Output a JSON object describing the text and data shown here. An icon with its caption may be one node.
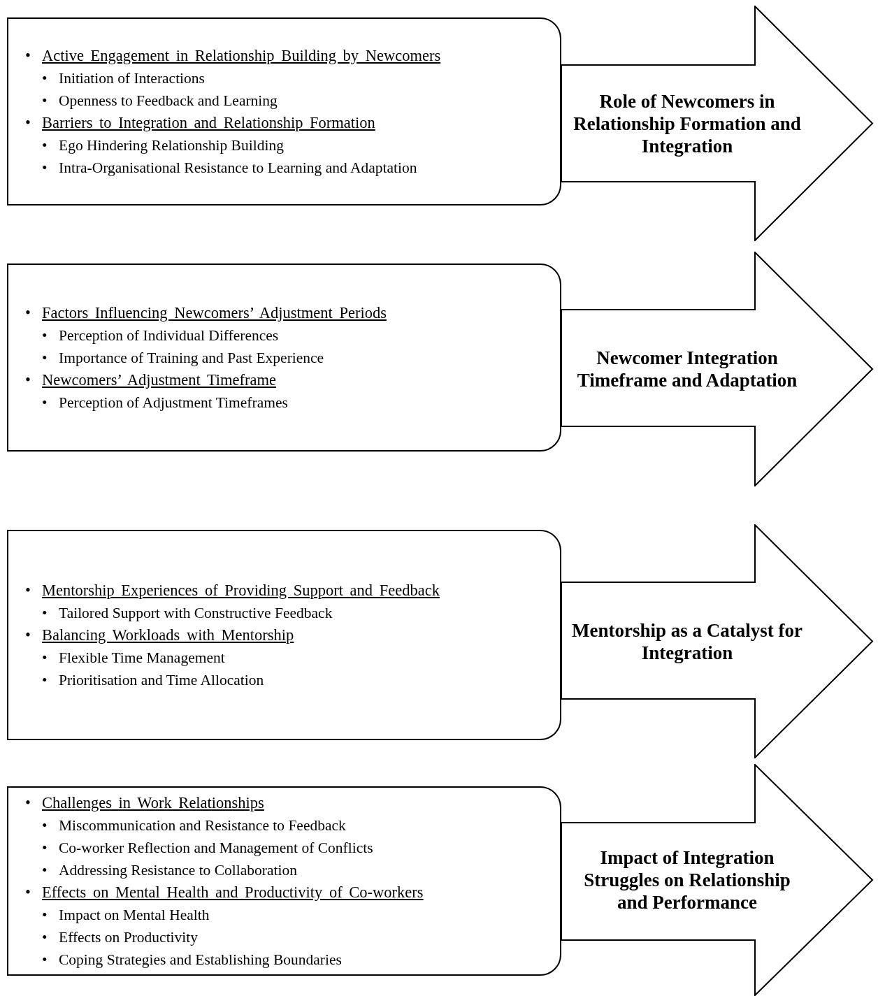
{
  "diagram": {
    "nodes": [
      {
        "text": [
          "• Active Engagement in Relationship Building by Newcomers",
          "• Initiation of Interactions",
          "• Openness to Feedback and Learning",
          "• Barriers to Integration and Relationship Formation",
          "• Ego Hindering Relationship Building",
          "• Intra-Organisational Resistance to Learning and Adaptation"
        ]
      },
      {
        "text": [
          "Role of Newcomers in Relationship Formation and Integration"
        ]
      },
      {
        "text": [
          "• Factors Influencing Newcomers’ Adjustment Periods",
          "• Perception of Individual Differences",
          "• Importance of Training and Past Experience",
          "• Newcomers’ Adjustment Timeframe",
          "• Perception of Adjustment Timeframes"
        ]
      },
      {
        "text": [
          "Newcomer Integration Timeframe and Adaptation"
        ]
      },
      {
        "text": [
          "• Mentorship Experiences of Providing Support and Feedback",
          "• Tailored Support with Constructive Feedback",
          "• Balancing Workloads with Mentorship",
          "• Flexible Time Management",
          "• Prioritisation and Time Allocation"
        ]
      },
      {
        "text": [
          "Mentorship as a Catalyst for Integration"
        ]
      },
      {
        "text": [
          "• Challenges in Work Relationships",
          "• Miscommunication and Resistance to Feedback",
          "• Co-worker Reflection and Management of Conflicts",
          "• Addressing Resistance to Collaboration",
          "• Effects on Mental Health and Productivity of Co-workers",
          "• Impact on Mental Health",
          "• Effects on Productivity",
          "• Coping Strategies and Establishing Boundaries"
        ]
      },
      {
        "text": [
          "Impact of Integration Struggles on Relationship and Performance"
        ]
      }
    ],
    "edges": []
  }
}
